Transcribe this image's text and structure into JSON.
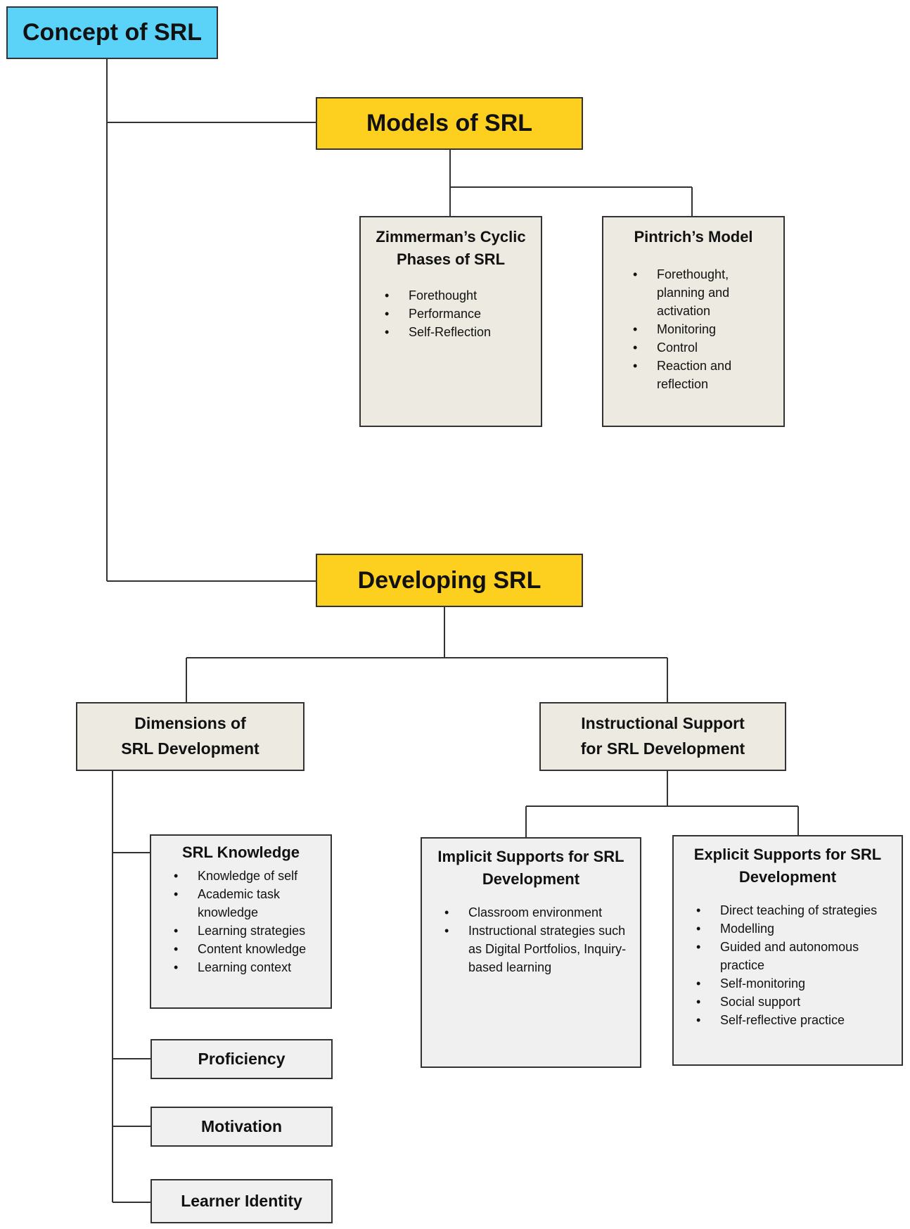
{
  "root": {
    "title": "Concept of SRL"
  },
  "models": {
    "title": "Models of SRL",
    "zimmerman": {
      "title_line1": "Zimmerman’s Cyclic",
      "title_line2": "Phases of SRL",
      "items": [
        "Forethought",
        "Performance",
        "Self-Reflection"
      ]
    },
    "pintrich": {
      "title": "Pintrich’s Model",
      "items": [
        "Forethought, planning and activation",
        "Monitoring",
        "Control",
        "Reaction and reflection"
      ]
    }
  },
  "developing": {
    "title": "Developing SRL",
    "dimensions": {
      "title_line1": "Dimensions of",
      "title_line2": "SRL Development",
      "knowledge": {
        "title": "SRL Knowledge",
        "items": [
          "Knowledge of self",
          "Academic task knowledge",
          "Learning strategies",
          "Content knowledge",
          "Learning context"
        ]
      },
      "proficiency": "Proficiency",
      "motivation": "Motivation",
      "identity": "Learner Identity"
    },
    "instructional": {
      "title_line1": "Instructional Support",
      "title_line2": "for SRL Development",
      "implicit": {
        "title_line1": "Implicit Supports for SRL",
        "title_line2": "Development",
        "items": [
          "Classroom environment",
          "Instructional strategies such as Digital Portfolios, Inquiry-based learning"
        ]
      },
      "explicit": {
        "title_line1": "Explicit Supports for SRL",
        "title_line2": "Development",
        "items": [
          "Direct teaching of strategies",
          "Modelling",
          "Guided and autonomous practice",
          "Self-monitoring",
          "Social support",
          "Self-reflective practice"
        ]
      }
    }
  }
}
